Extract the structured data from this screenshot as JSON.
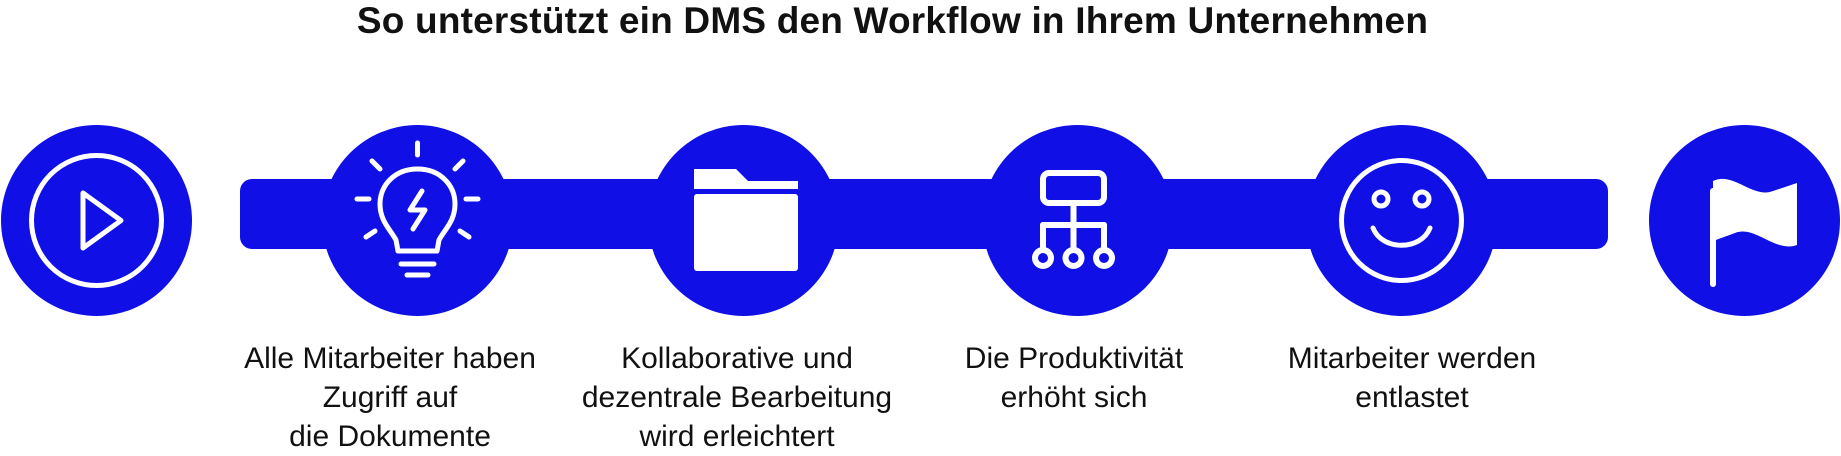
{
  "title": "So unterstützt ein DMS den Workflow in Ihrem Unternehmen",
  "colors": {
    "brand": "#1010e6",
    "icon": "#ffffff",
    "text": "#111111"
  },
  "start": {
    "icon": "play-icon"
  },
  "end": {
    "icon": "flag-icon"
  },
  "steps": [
    {
      "icon": "lightbulb-icon",
      "caption": [
        "Alle Mitarbeiter haben",
        "Zugriff auf",
        "die Dokumente"
      ]
    },
    {
      "icon": "folder-icon",
      "caption": [
        "Kollaborative und",
        "dezentrale Bearbeitung",
        "wird erleichtert"
      ]
    },
    {
      "icon": "hierarchy-icon",
      "caption": [
        "Die Produktivität",
        "erhöht sich"
      ]
    },
    {
      "icon": "smiley-icon",
      "caption": [
        "Mitarbeiter werden",
        "entlastet"
      ]
    }
  ]
}
